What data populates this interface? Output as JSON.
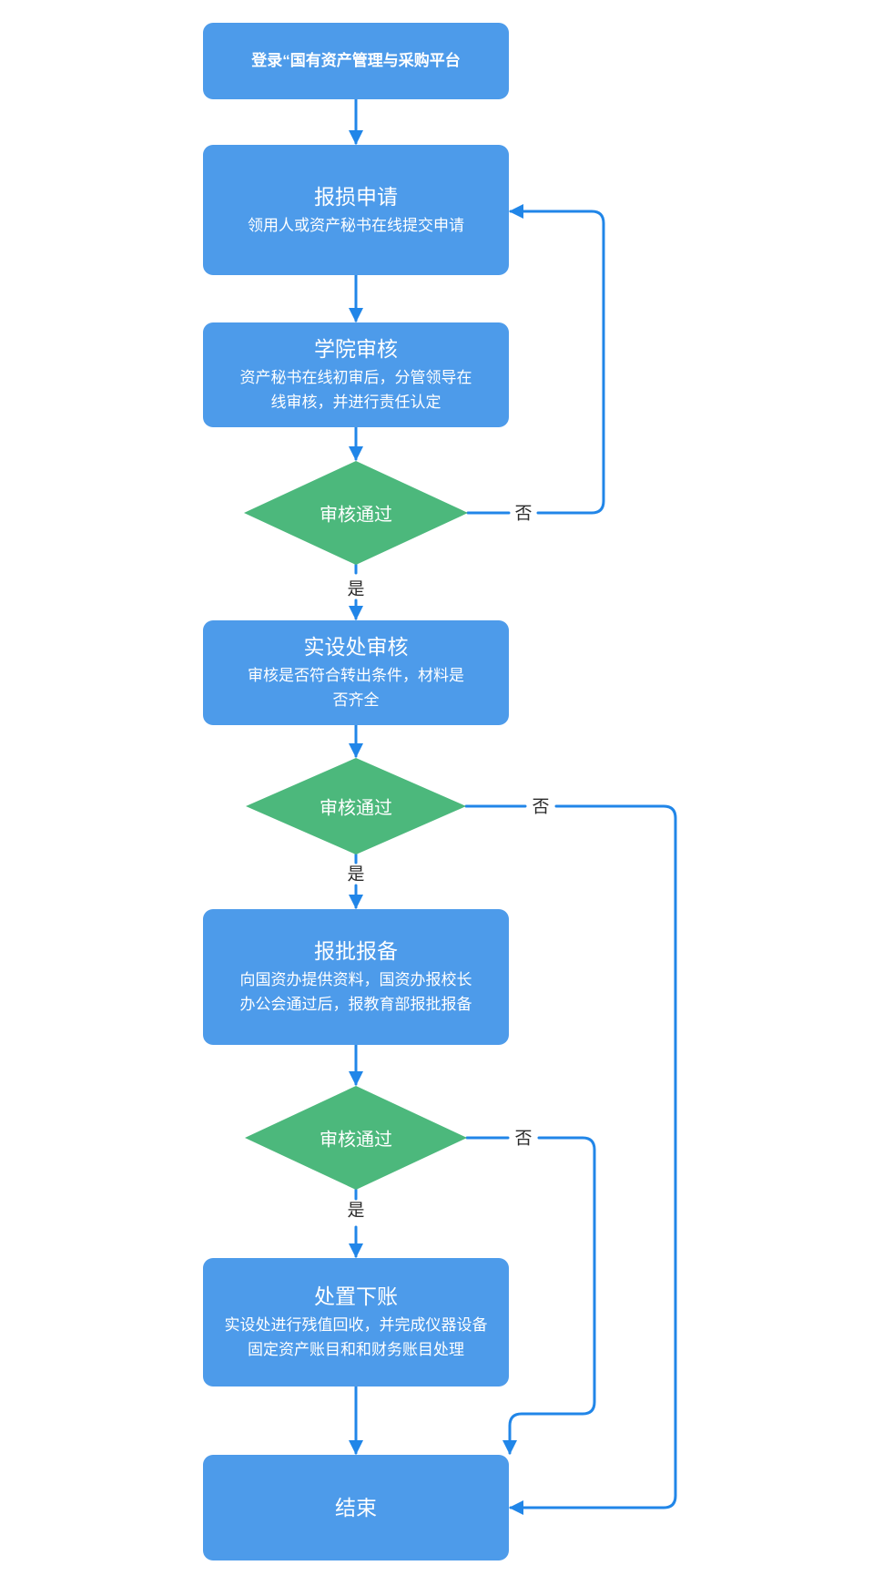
{
  "colors": {
    "process_fill": "#4D9BEA",
    "decision_fill": "#4CB87C",
    "connector": "#2186E8",
    "node_text": "#FFFFFF",
    "edge_label_text": "#2B2B2B",
    "background": "#FFFFFF"
  },
  "nodes": {
    "login": {
      "title": "登录“国有资产管理与采购平台"
    },
    "apply": {
      "title": "报损申请",
      "desc_lines": [
        "领用人或资产秘书在线提交申请"
      ]
    },
    "college": {
      "title": "学院审核",
      "desc_lines": [
        "资产秘书在线初审后，分管领导在",
        "线审核，并进行责任认定"
      ]
    },
    "facility": {
      "title": "实设处审核",
      "desc_lines": [
        "审核是否符合转出条件，材料是",
        "否齐全"
      ]
    },
    "approval": {
      "title": "报批报备",
      "desc_lines": [
        "向国资办提供资料，国资办报校长",
        "办公会通过后，报教育部报批报备"
      ]
    },
    "disposal": {
      "title": "处置下账",
      "desc_lines": [
        "实设处进行残值回收，并完成仪器设备",
        "固定资产账目和和财务账目处理"
      ]
    },
    "end": {
      "title": "结束"
    }
  },
  "decisions": [
    {
      "label": "审核通过"
    },
    {
      "label": "审核通过"
    },
    {
      "label": "审核通过"
    }
  ],
  "edge_labels": {
    "yes": "是",
    "no": "否"
  }
}
